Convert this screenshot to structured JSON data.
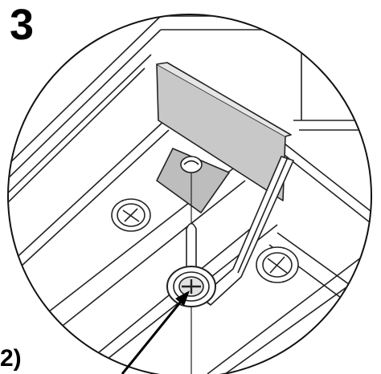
{
  "step": {
    "number": "3"
  },
  "edge_label": {
    "text": "2)"
  },
  "illustration": {
    "subject": "bracket-with-screws-closeup",
    "colors": {
      "line": "#222222",
      "bracket_fill": "#cfcfcf",
      "plate_fill": "#bdbdbd",
      "background": "#ffffff"
    }
  }
}
